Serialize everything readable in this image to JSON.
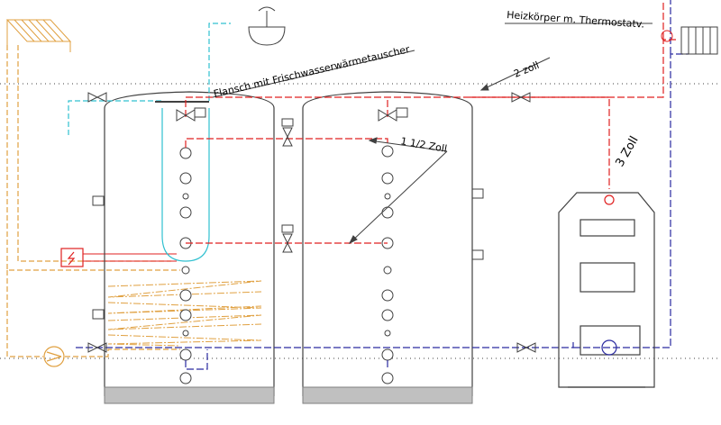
{
  "diagram": {
    "labels": {
      "heizkoerper": "Heizkörper m. Thermostatv.",
      "flansch": "Flansch mit Frischwasserwärmetauscher",
      "zoll_2": "2 zoll",
      "zoll_1_5": "1 1/2 Zoll",
      "zoll_3": "3 Zoll"
    },
    "colors": {
      "hot_pipe": "#e02020",
      "cold_pipe": "#2a2aa0",
      "solar_pipe": "#e0a040",
      "fresh_water": "#30c0d0",
      "outline": "#404040",
      "floor": "#a0a0a0",
      "ref_line": "#404040"
    }
  }
}
